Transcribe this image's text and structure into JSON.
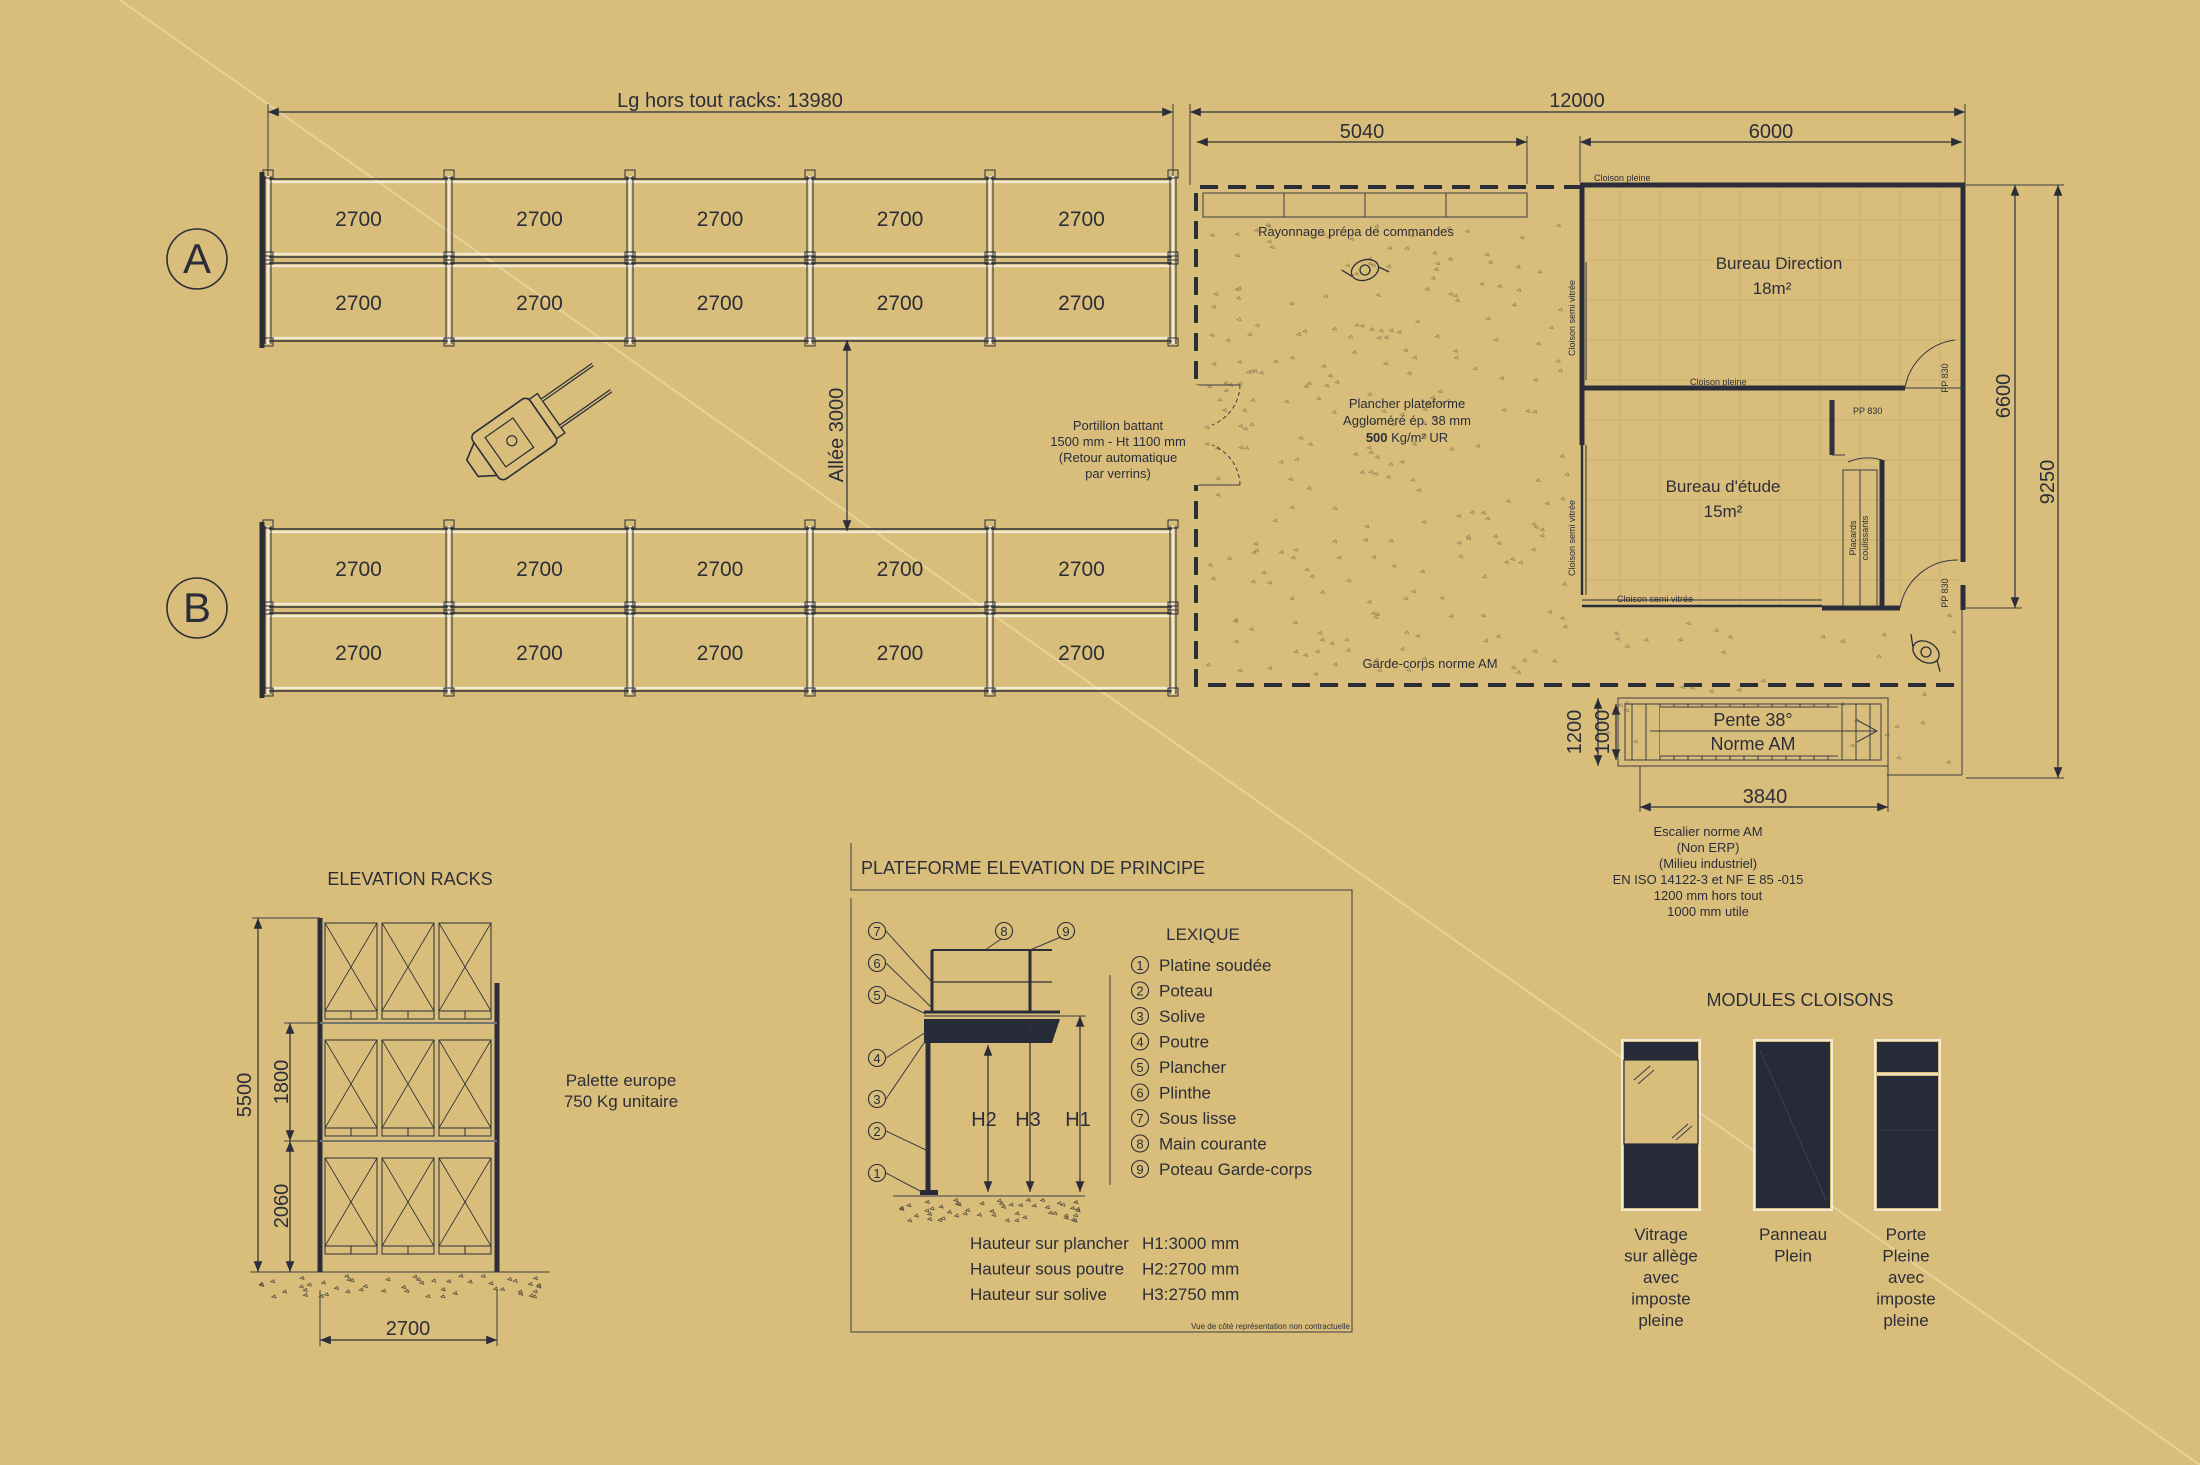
{
  "plan": {
    "racks_total_label": "Lg hors tout racks: 13980",
    "row_a_label": "A",
    "row_b_label": "B",
    "bay_label": "2700",
    "aisle_label": "Allée 3000",
    "gate_label": [
      "Portillon battant",
      "1500 mm - Ht 1100 mm",
      "(Retour automatique",
      "par verrins)"
    ]
  },
  "platform": {
    "dim_total": "12000",
    "dim_left": "5040",
    "dim_right": "6000",
    "dim_height_right": "6600",
    "dim_height_total": "9250",
    "shelving_label": "Rayonnage prépa de commandes",
    "floor_label": [
      "Plancher plateforme",
      "Aggloméré ép. 38 mm"
    ],
    "floor_load_value": "500",
    "floor_load_unit": " Kg/m² UR",
    "guardrail_label": "Garde-corps norme AM",
    "office1_name": "Bureau Direction",
    "office1_area": "18m²",
    "office2_name": "Bureau d'étude",
    "office2_area": "15m²",
    "cloison_pleine": "Cloison pleine",
    "cloison_semi_vitree": "Cloison semi vitrée",
    "pp830": "PP 830",
    "placards_1": "Placards",
    "placards_2": "coulissants"
  },
  "stair": {
    "dim_outer": "1200",
    "dim_inner": "1000",
    "dim_length": "3840",
    "slope_label_1": "Pente 38°",
    "slope_label_2": "Norme AM",
    "spec_lines": [
      "Escalier norme AM",
      "(Non ERP)",
      "(Milieu industriel)",
      "EN ISO 14122-3 et NF E 85 -015",
      "1200 mm hors tout",
      "1000 mm utile"
    ]
  },
  "rack_elevation": {
    "title": "ELEVATION  RACKS",
    "dim_total_height": "5500",
    "dim_level2": "1800",
    "dim_level1": "2060",
    "dim_width": "2700",
    "pallet_label_1": "Palette europe",
    "pallet_label_2": "750 Kg unitaire"
  },
  "platform_elevation": {
    "title": "PLATEFORME ELEVATION  DE PRINCIPE",
    "lexique_title": "LEXIQUE",
    "lexique": [
      {
        "n": "1",
        "label": "Platine soudée"
      },
      {
        "n": "2",
        "label": "Poteau"
      },
      {
        "n": "3",
        "label": "Solive"
      },
      {
        "n": "4",
        "label": "Poutre"
      },
      {
        "n": "5",
        "label": "Plancher"
      },
      {
        "n": "6",
        "label": "Plinthe"
      },
      {
        "n": "7",
        "label": "Sous lisse"
      },
      {
        "n": "8",
        "label": "Main courante"
      },
      {
        "n": "9",
        "label": "Poteau Garde-corps"
      }
    ],
    "h_labels": [
      "H2",
      "H3",
      "H1"
    ],
    "heights": [
      {
        "label": "Hauteur sur plancher",
        "value": "H1:3000 mm"
      },
      {
        "label": "Hauteur sous poutre",
        "value": "H2:2700 mm"
      },
      {
        "label": "Hauteur sur solive",
        "value": "H3:2750 mm"
      }
    ],
    "footnote": "Vue de côté représentation non contractuelle"
  },
  "modules": {
    "title": "MODULES CLOISONS",
    "items": [
      {
        "lines": [
          "Vitrage",
          "sur allège",
          "avec",
          "imposte",
          "pleine"
        ]
      },
      {
        "lines": [
          "Panneau",
          "Plein"
        ]
      },
      {
        "lines": [
          "Porte",
          "Pleine",
          "avec",
          "imposte",
          "pleine"
        ]
      }
    ]
  },
  "colors": {
    "background": "#d9be7b",
    "ink": "#2b2e38",
    "panel": "#272b38",
    "beam": "#f1ead6"
  }
}
